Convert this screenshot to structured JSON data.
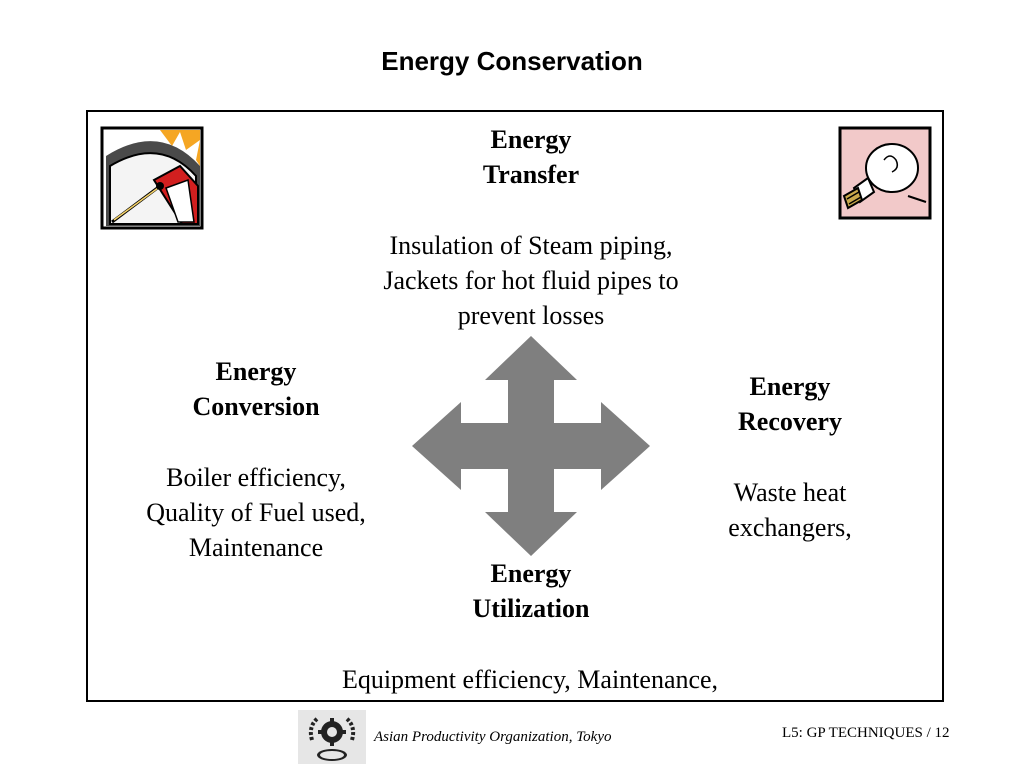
{
  "slide": {
    "title": "Energy Conservation"
  },
  "transfer": {
    "heading": [
      "Energy",
      "Transfer"
    ],
    "body": [
      "Insulation of Steam piping,",
      "Jackets for hot fluid pipes to",
      "prevent losses"
    ]
  },
  "conversion": {
    "heading": [
      "Energy",
      "Conversion"
    ],
    "body": [
      "Boiler efficiency,",
      "Quality of Fuel used,",
      "Maintenance"
    ]
  },
  "recovery": {
    "heading": [
      "Energy",
      "Recovery"
    ],
    "body": [
      "Waste heat",
      "exchangers,"
    ]
  },
  "utilization": {
    "heading": [
      "Energy",
      "Utilization"
    ],
    "body": [
      "Equipment efficiency, Maintenance,"
    ]
  },
  "icons": {
    "gauge": "gauge-icon",
    "bulb": "light-bulb-icon",
    "arrows": "four-way-arrow-icon",
    "logo": "apo-logo-icon"
  },
  "colors": {
    "arrow": "#7f7f7f",
    "gauge_red": "#d21f1f",
    "bulb_bg": "#f2c9c9"
  },
  "footer": {
    "org": "Asian Productivity Organization, Tokyo",
    "page": "L5: GP TECHNIQUES / 12"
  }
}
